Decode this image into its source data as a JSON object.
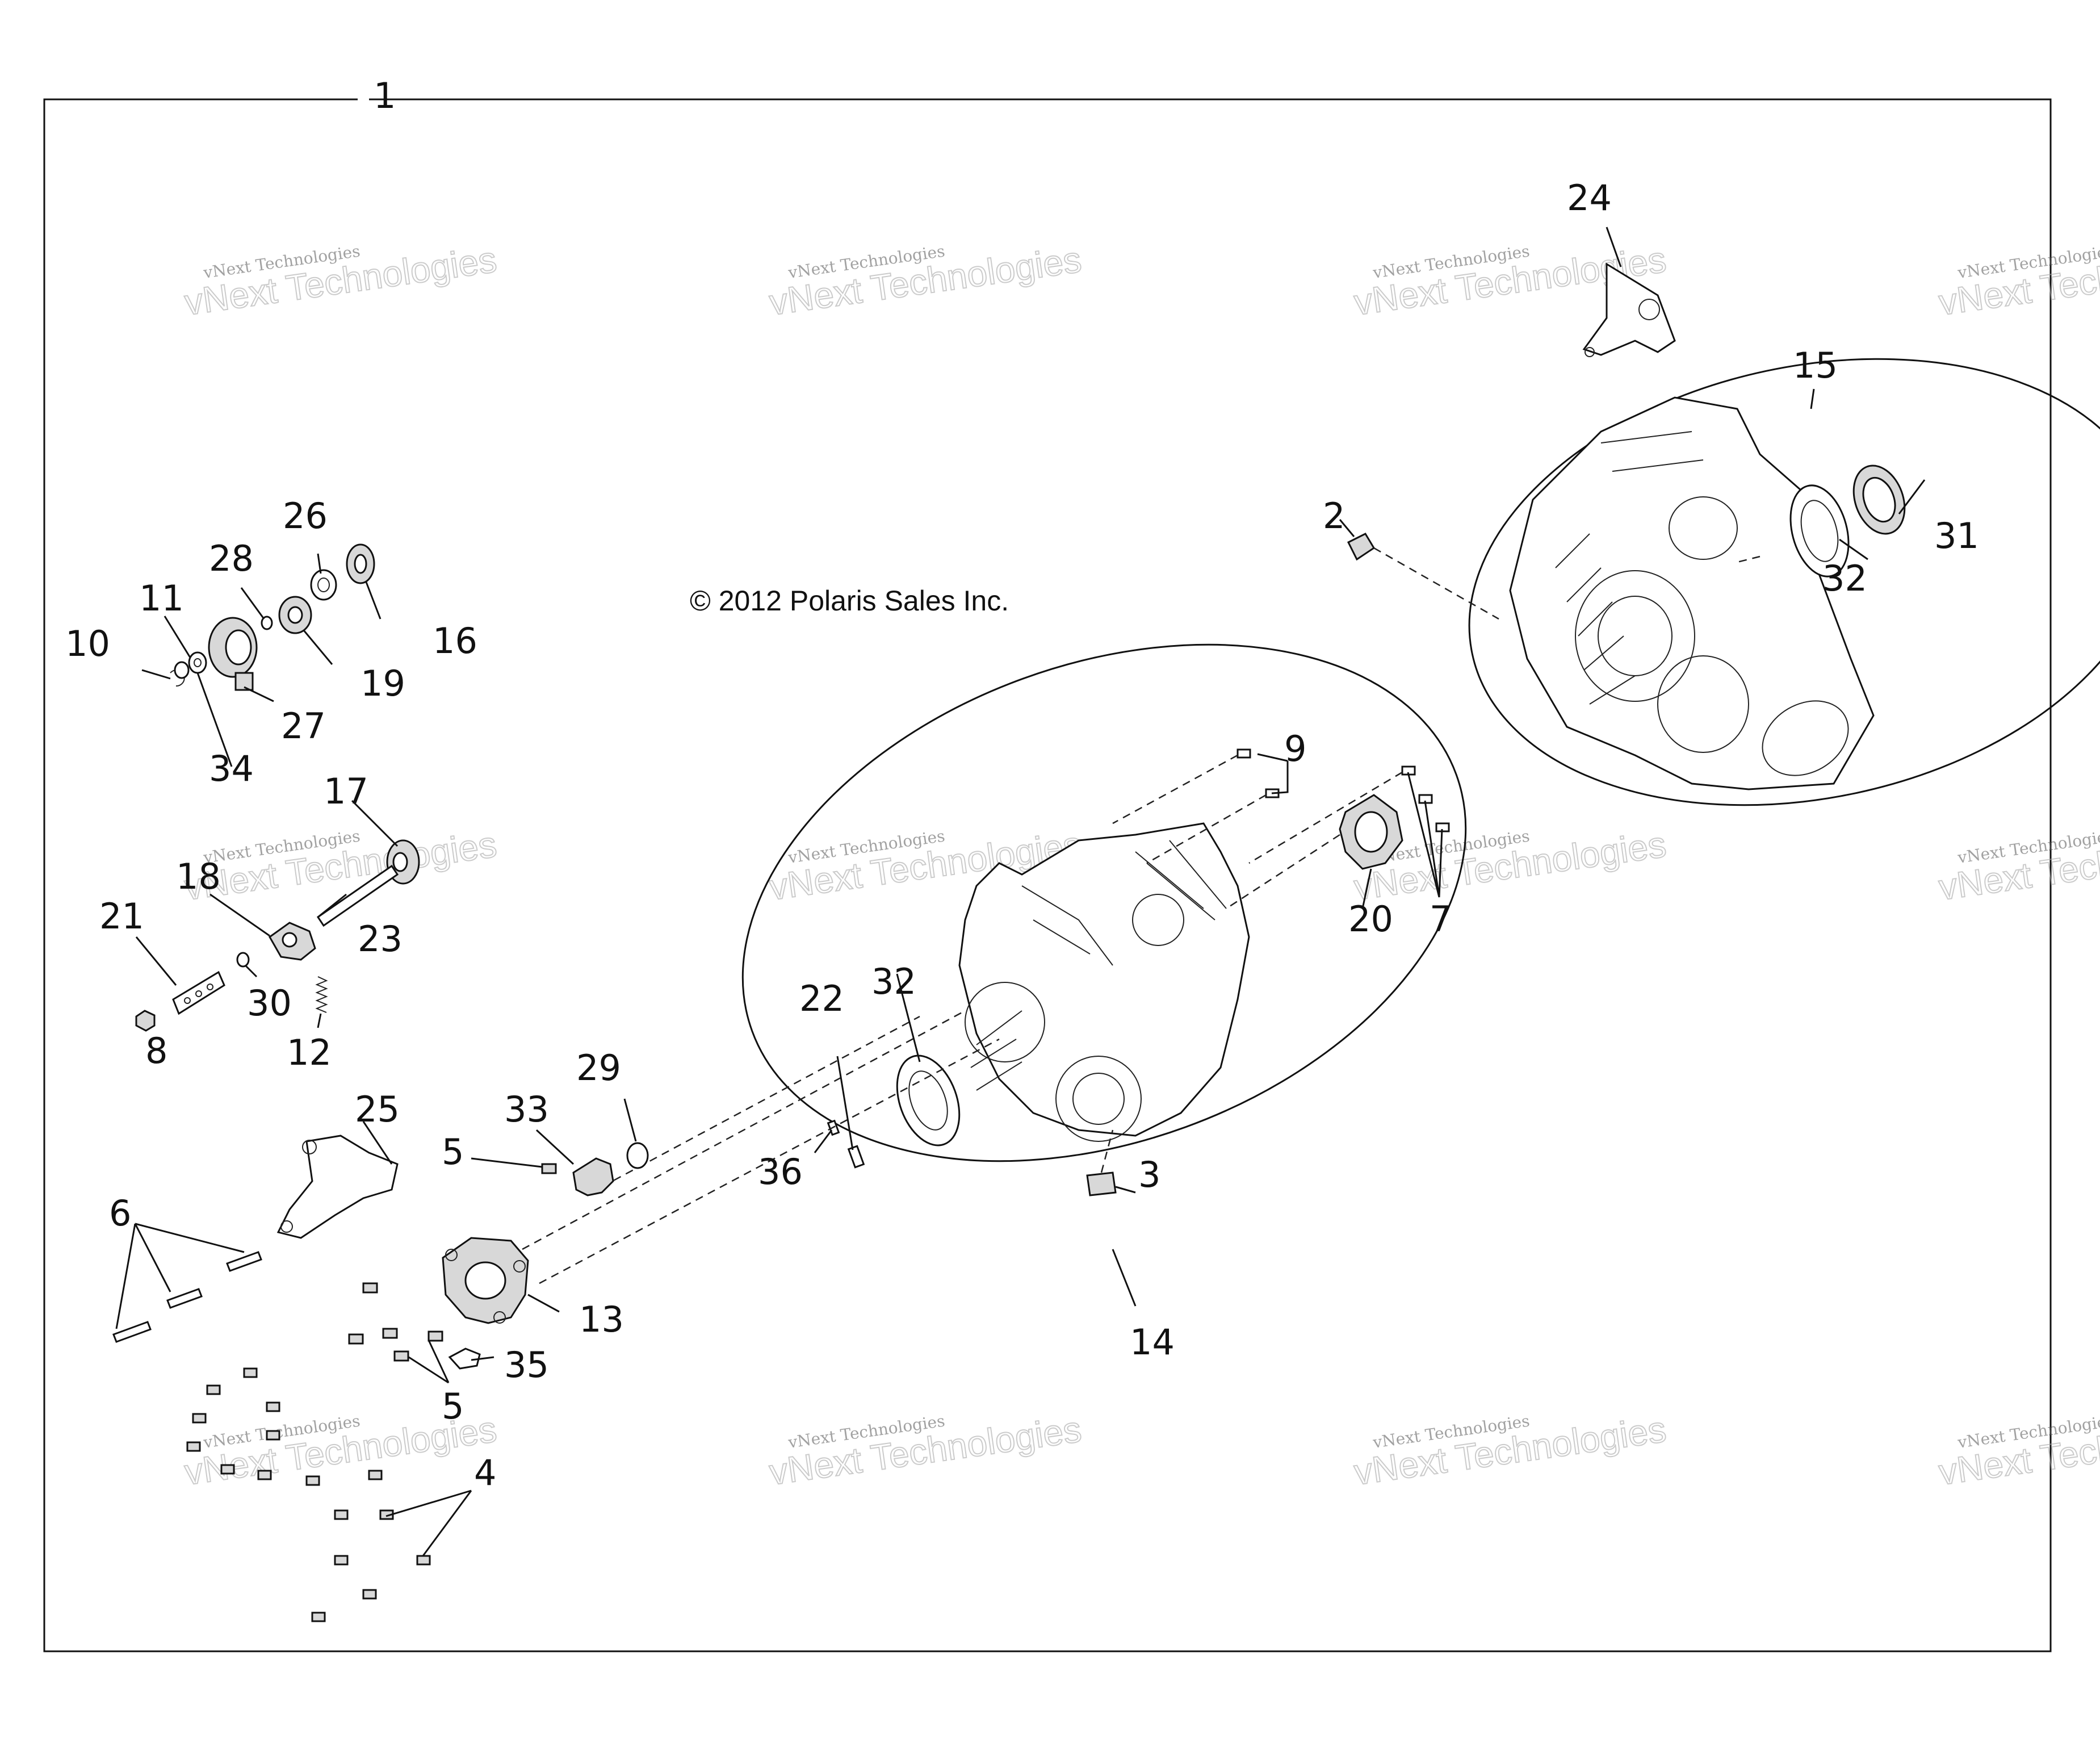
{
  "copyright": "© 2012 Polaris Sales Inc.",
  "watermark": {
    "small": "vNext Technologies",
    "large": "vNext Technologies"
  },
  "callouts": {
    "c1": "1",
    "c2": "2",
    "c3": "3",
    "c4": "4",
    "c5a": "5",
    "c5b": "5",
    "c6": "6",
    "c7": "7",
    "c8": "8",
    "c9": "9",
    "c10": "10",
    "c11": "11",
    "c12": "12",
    "c13": "13",
    "c14": "14",
    "c15": "15",
    "c16": "16",
    "c17": "17",
    "c18": "18",
    "c19": "19",
    "c20": "20",
    "c21": "21",
    "c22": "22",
    "c23": "23",
    "c24": "24",
    "c25": "25",
    "c26": "26",
    "c27": "27",
    "c28": "28",
    "c29": "29",
    "c30": "30",
    "c31": "31",
    "c32a": "32",
    "c32b": "32",
    "c33": "33",
    "c34": "34",
    "c35": "35",
    "c36": "36"
  }
}
